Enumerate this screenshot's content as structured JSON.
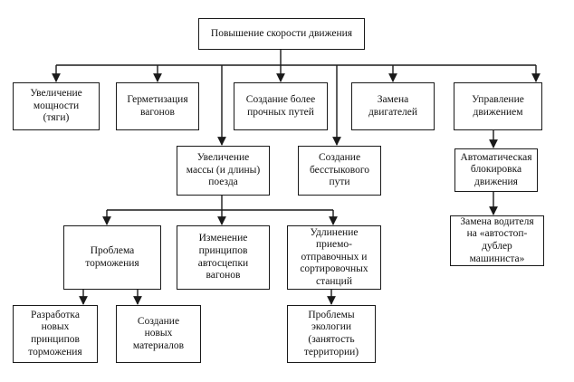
{
  "diagram": {
    "title": "Повышение скорости движения",
    "level1": {
      "power": "Увеличение\nмощности\n(тяги)",
      "sealing": "Герметизация\nвагонов",
      "tracks": "Создание более\nпрочных путей",
      "engines": "Замена\nдвигателей",
      "control": "Управление\nдвижением"
    },
    "level2": {
      "mass": "Увеличение\nмассы (и длины)\nпоезда",
      "seamless": "Создание\nбесстыкового\nпути",
      "autoblock": "Автоматическая\nблокировка\nдвижения"
    },
    "level3": {
      "braking": "Проблема\nторможения",
      "coupling": "Изменение\nпринципов\nавтосцепки\nвагонов",
      "stations": "Удлинение\nприемо-\nотправочных и\nсортировочных\nстанций",
      "driver": "Замена водителя\nна «автостоп-\nдублер\nмашиниста»"
    },
    "level4": {
      "principles": "Разработка\nновых\nпринципов\nторможения",
      "materials": "Создание\nновых\nматериалов",
      "ecology": "Проблемы\nэкологии\n(занятость\nтерритории)"
    }
  },
  "colors": {
    "line": "#1a1a1a",
    "box_border": "#1a1a1a",
    "background": "#ffffff"
  }
}
